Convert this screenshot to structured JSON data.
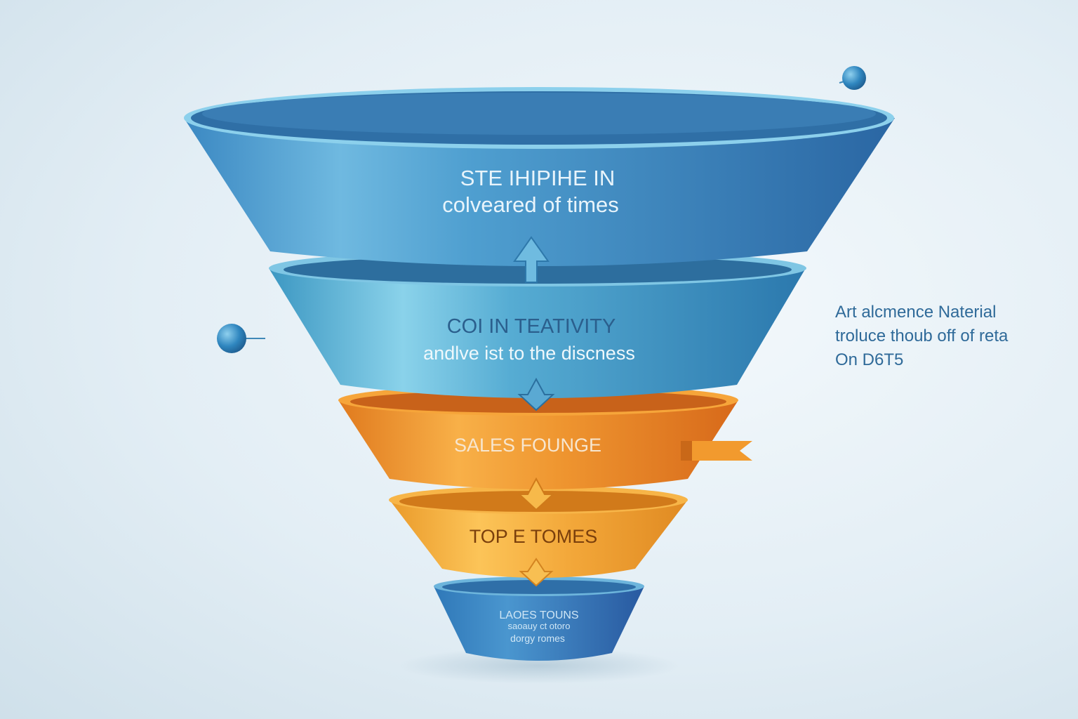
{
  "stages": [
    {
      "id": "stage-1",
      "lines": [
        "STE IHIPIHE IN",
        "colveared of times"
      ]
    },
    {
      "id": "stage-2",
      "lines": [
        "COI IN TEATIVITY",
        "andlve ist to the discness"
      ]
    },
    {
      "id": "stage-3",
      "lines": [
        "SALES FOUNGE"
      ]
    },
    {
      "id": "stage-4",
      "lines": [
        "TOP E TOMES"
      ]
    },
    {
      "id": "stage-5",
      "lines": [
        "LAOES TOUNS",
        "saoauy ct otoro",
        "dorgy romes"
      ]
    }
  ],
  "side_note": {
    "lines": [
      "Art alcmence Naterial",
      "troluce thoub off of reta",
      "On D6T5"
    ]
  },
  "colors": {
    "blue_dark": "#2f72ad",
    "blue_mid": "#4a9bcf",
    "blue_light": "#7cc4e6",
    "teal_dark": "#2e86b5",
    "teal_light": "#86cfe8",
    "orange_dark": "#e0781c",
    "orange_light": "#f5a53b",
    "yellow_dark": "#e89424",
    "yellow_light": "#fbbf4a",
    "text_light": "#e8f4fb"
  },
  "icons": [
    "arrow-up-icon",
    "arrow-down-icon",
    "dot-pin-icon",
    "flag-tab-icon"
  ]
}
